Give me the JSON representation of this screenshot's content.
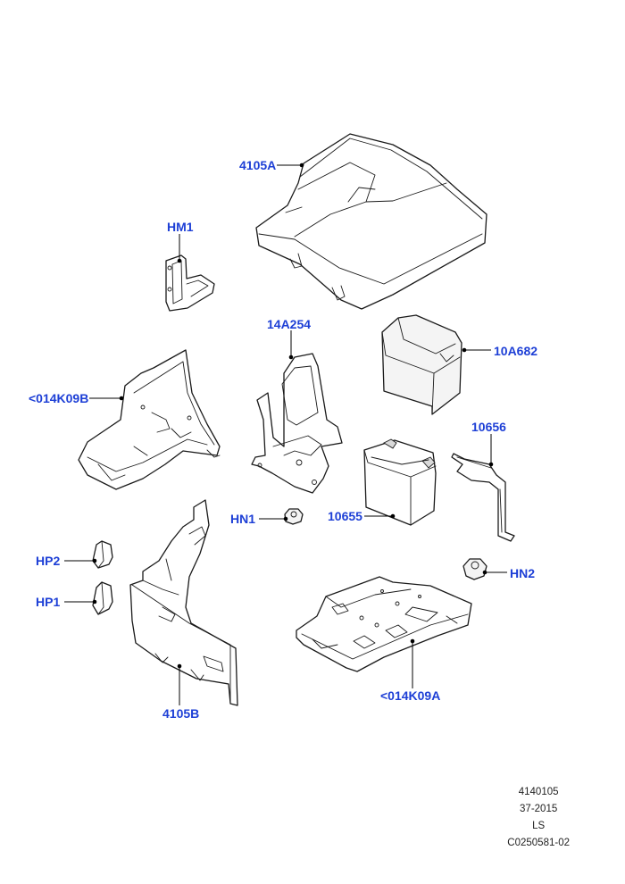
{
  "labels": {
    "l_4105A": "4105A",
    "l_HM1": "HM1",
    "l_14A254": "14A254",
    "l_10A682": "10A682",
    "l_014K09B": "<014K09B",
    "l_10656": "10656",
    "l_HN1": "HN1",
    "l_10655": "10655",
    "l_HP2": "HP2",
    "l_HN2": "HN2",
    "l_HP1": "HP1",
    "l_014K09A": "<014K09A",
    "l_4105B": "4105B"
  },
  "footer": {
    "line1": "4140105",
    "line2": "37-2015",
    "line3": "LS",
    "line4": "C0250581-02"
  },
  "colors": {
    "callout": "#1d3fd6",
    "line": "#1a1a1a"
  }
}
